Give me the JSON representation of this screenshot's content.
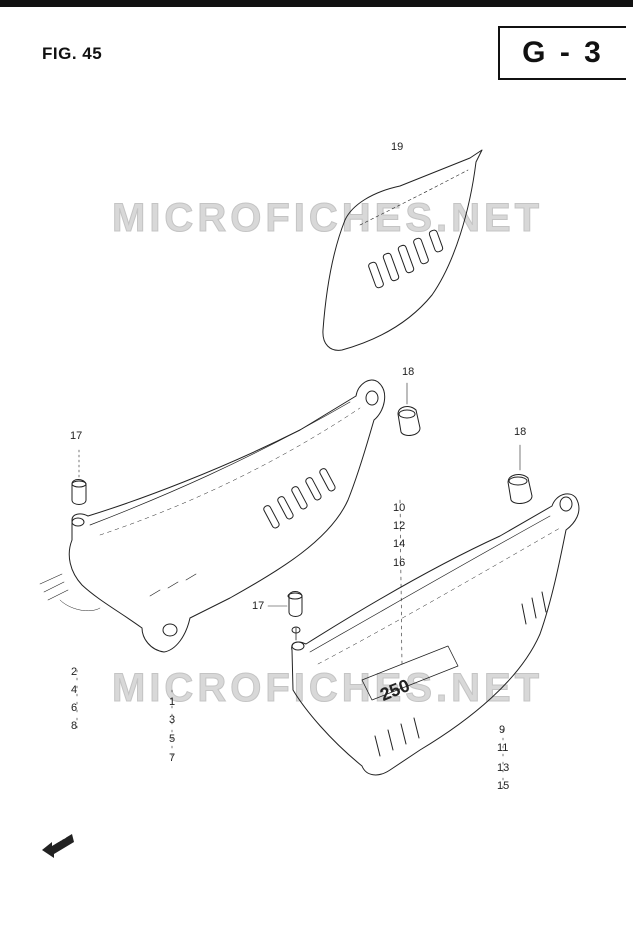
{
  "header": {
    "figure_label": "FIG. 45",
    "page_code": "G - 3"
  },
  "watermarks": [
    "MICROFICHES.NET",
    "MICROFICHES.NET"
  ],
  "callouts": {
    "c19": "19",
    "c18a": "18",
    "c18b": "18",
    "c17a": "17",
    "c17b": "17",
    "c10": "10",
    "c12": "12",
    "c14": "14",
    "c16": "16",
    "c2": "2",
    "c4": "4",
    "c6": "6",
    "c8": "8",
    "c1": "1",
    "c3": "3",
    "c5": "5",
    "c7": "7",
    "c9": "9",
    "c11": "11",
    "c13": "13",
    "c15": "15"
  },
  "emblem": {
    "text": "250"
  },
  "fwd_marker": {
    "text": "FWD"
  }
}
